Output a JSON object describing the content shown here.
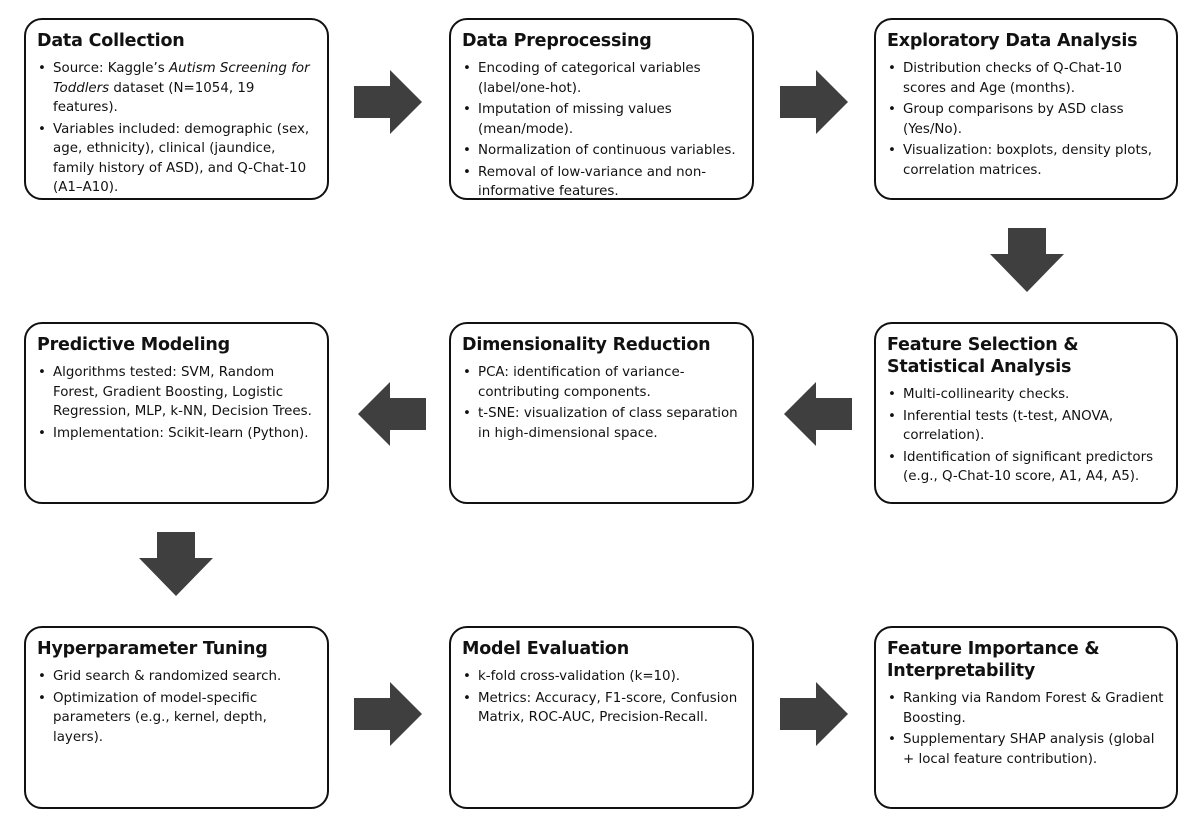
{
  "colors": {
    "arrow": "#3f3f3f",
    "border": "#111111",
    "text": "#111111"
  },
  "boxes": [
    {
      "id": "data-collection",
      "title": "Data Collection",
      "bullets": [
        [
          {
            "t": "Source: Kaggle’s "
          },
          {
            "t": "Autism Screening for Toddlers",
            "i": true
          },
          {
            "t": " dataset (N=1054, 19 features)."
          }
        ],
        [
          {
            "t": "Variables included: demographic (sex, age, ethnicity), clinical (jaundice, family history of ASD), and Q-Chat-10 (A1–A10)."
          }
        ]
      ]
    },
    {
      "id": "data-preprocessing",
      "title": "Data Preprocessing",
      "bullets": [
        [
          {
            "t": "Encoding of categorical variables (label/one-hot)."
          }
        ],
        [
          {
            "t": "Imputation of missing values (mean/mode)."
          }
        ],
        [
          {
            "t": "Normalization of continuous variables."
          }
        ],
        [
          {
            "t": "Removal of low-variance and non-informative features."
          }
        ]
      ]
    },
    {
      "id": "exploratory-data-analysis",
      "title": "Exploratory Data Analysis",
      "bullets": [
        [
          {
            "t": "Distribution checks of Q-Chat-10 scores and Age (months)."
          }
        ],
        [
          {
            "t": "Group comparisons by ASD class (Yes/No)."
          }
        ],
        [
          {
            "t": "Visualization: boxplots, density plots, correlation matrices."
          }
        ]
      ]
    },
    {
      "id": "predictive-modeling",
      "title": "Predictive Modeling",
      "bullets": [
        [
          {
            "t": "Algorithms tested: SVM, Random Forest, Gradient Boosting, Logistic Regression, MLP, k-NN, Decision Trees."
          }
        ],
        [
          {
            "t": "Implementation: Scikit-learn (Python)."
          }
        ]
      ]
    },
    {
      "id": "dimensionality-reduction",
      "title": "Dimensionality Reduction",
      "bullets": [
        [
          {
            "t": "PCA: identification of variance-contributing components."
          }
        ],
        [
          {
            "t": "t-SNE: visualization of class separation in high-dimensional space."
          }
        ]
      ]
    },
    {
      "id": "feature-selection",
      "title": "Feature Selection & Statistical Analysis",
      "bullets": [
        [
          {
            "t": "Multi-collinearity checks."
          }
        ],
        [
          {
            "t": "Inferential tests (t-test, ANOVA, correlation)."
          }
        ],
        [
          {
            "t": "Identification of significant predictors (e.g., Q-Chat-10 score, A1, A4, A5)."
          }
        ]
      ]
    },
    {
      "id": "hyperparameter-tuning",
      "title": "Hyperparameter Tuning",
      "bullets": [
        [
          {
            "t": "Grid search & randomized search."
          }
        ],
        [
          {
            "t": "Optimization of model-specific parameters (e.g., kernel, depth, layers)."
          }
        ]
      ]
    },
    {
      "id": "model-evaluation",
      "title": "Model Evaluation",
      "bullets": [
        [
          {
            "t": "k-fold cross-validation (k=10)."
          }
        ],
        [
          {
            "t": "Metrics: Accuracy, F1-score, Confusion Matrix, ROC-AUC, Precision-Recall."
          }
        ]
      ]
    },
    {
      "id": "feature-importance",
      "title": "Feature Importance & Interpretability",
      "bullets": [
        [
          {
            "t": "Ranking via Random Forest & Gradient Boosting."
          }
        ],
        [
          {
            "t": "Supplementary SHAP analysis (global + local feature contribution)."
          }
        ]
      ]
    }
  ],
  "flow": [
    {
      "from": "data-collection",
      "to": "data-preprocessing",
      "direction": "right"
    },
    {
      "from": "data-preprocessing",
      "to": "exploratory-data-analysis",
      "direction": "right"
    },
    {
      "from": "exploratory-data-analysis",
      "to": "feature-selection",
      "direction": "down"
    },
    {
      "from": "feature-selection",
      "to": "dimensionality-reduction",
      "direction": "left"
    },
    {
      "from": "dimensionality-reduction",
      "to": "predictive-modeling",
      "direction": "left"
    },
    {
      "from": "predictive-modeling",
      "to": "hyperparameter-tuning",
      "direction": "down"
    },
    {
      "from": "hyperparameter-tuning",
      "to": "model-evaluation",
      "direction": "right"
    },
    {
      "from": "model-evaluation",
      "to": "feature-importance",
      "direction": "right"
    }
  ]
}
